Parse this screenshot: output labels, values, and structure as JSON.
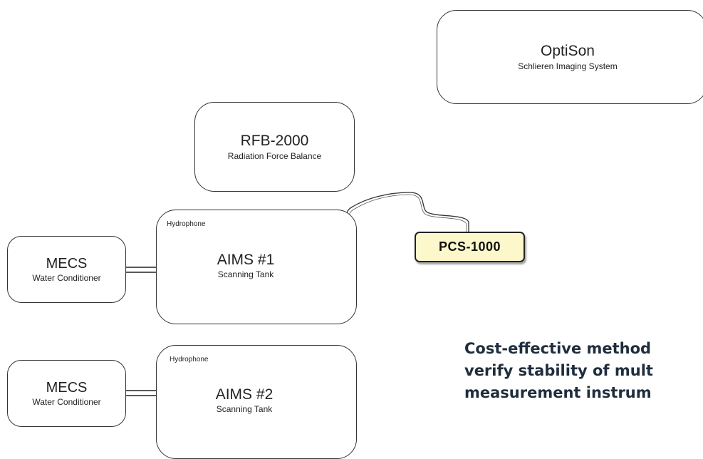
{
  "optison": {
    "title": "OptiSon",
    "subtitle": "Schlieren Imaging System"
  },
  "rfb": {
    "title": "RFB-2000",
    "subtitle": "Radiation Force Balance"
  },
  "aims1": {
    "hydrophone": "Hydrophone",
    "title": "AIMS #1",
    "subtitle": "Scanning Tank"
  },
  "aims2": {
    "hydrophone": "Hydrophone",
    "title": "AIMS #2",
    "subtitle": "Scanning Tank"
  },
  "mecs1": {
    "title": "MECS",
    "subtitle": "Water Conditioner"
  },
  "mecs2": {
    "title": "MECS",
    "subtitle": "Water Conditioner"
  },
  "pcs": {
    "label": "PCS-1000"
  },
  "caption": {
    "line1": "Cost-effective method",
    "line2": "verify stability of mult",
    "line3": "measurement instrum"
  },
  "colors": {
    "pcs_fill": "#fdf8cc",
    "transducer": "#2b2bd6",
    "caption_text": "#1f2d3d"
  },
  "icons": [
    "hydrophone-icon",
    "transducer-icon",
    "wave-icon"
  ]
}
